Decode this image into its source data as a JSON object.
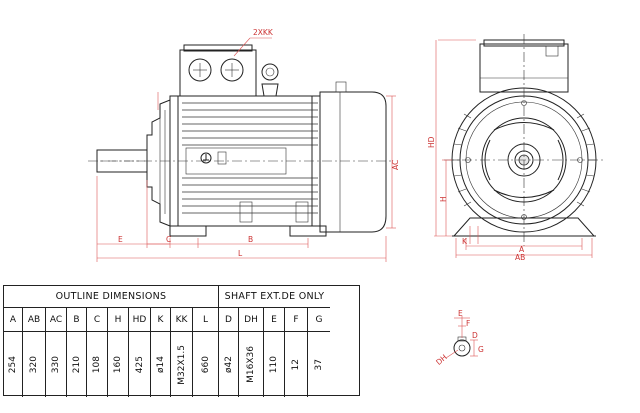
{
  "labels": {
    "terminal": "2XKK",
    "E": "E",
    "C": "C",
    "B": "B",
    "L": "L",
    "AC": "AC",
    "HD": "HD",
    "H": "H",
    "K": "K",
    "A": "A",
    "AB": "AB",
    "D": "D",
    "F": "F",
    "G": "G",
    "DH": "DH"
  },
  "table": {
    "title_outline": "OUTLINE DIMENSIONS",
    "title_shaft": "SHAFT EXT.DE ONLY",
    "headers": [
      "A",
      "AB",
      "AC",
      "B",
      "C",
      "H",
      "HD",
      "K",
      "KK",
      "L",
      "D",
      "DH",
      "E",
      "F",
      "G"
    ],
    "values": [
      "254",
      "320",
      "330",
      "210",
      "108",
      "160",
      "425",
      "ø14",
      "M32X1.5",
      "660",
      "ø42",
      "M16X36",
      "110",
      "12",
      "37"
    ]
  }
}
